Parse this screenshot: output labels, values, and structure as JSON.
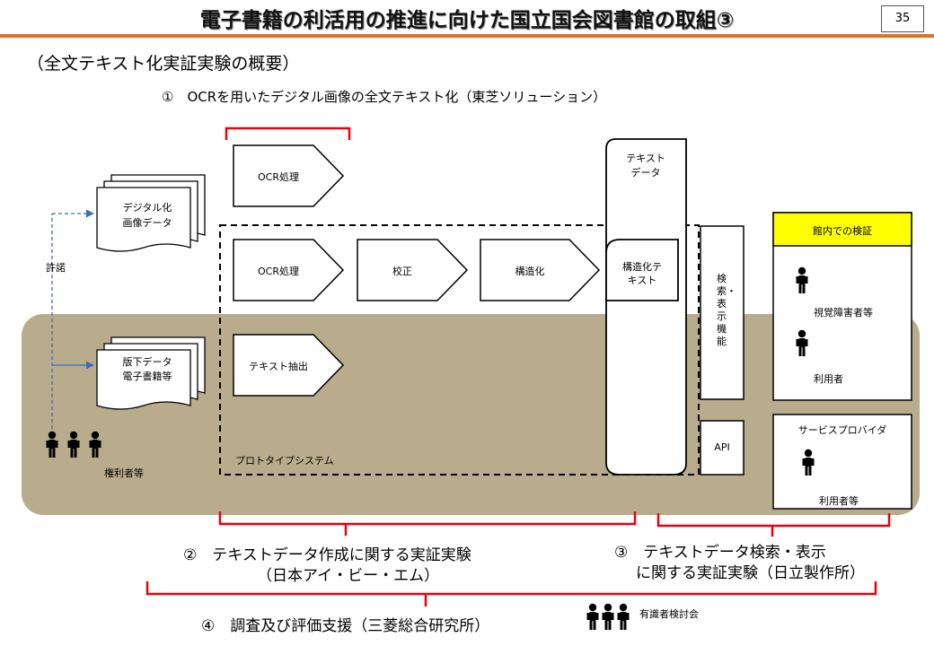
{
  "slide": {
    "title": "電子書籍の利活用の推進に向けた国立国会図書館の取組③",
    "page_number": "35",
    "subtitle": "（全文テキスト化実証実験の概要）"
  },
  "sections": {
    "ocr_heading": "①　OCRを用いたデジタル画像の全文テキスト化（東芝ソリューション）",
    "text_data_experiment": [
      "②　テキストデータ作成に関する実証実験",
      "（日本アイ・ビー・エム）"
    ],
    "search_experiment": [
      "③　テキストデータ検索・表示",
      "に関する実証実験（日立製作所）"
    ],
    "survey_support": "④　調査及び評価支援（三菱総合研究所）",
    "expert_committee": "有識者検討会"
  },
  "documents": {
    "digital_images": [
      "デジタル化",
      "画像データ"
    ],
    "publisher_data": [
      "版下データ",
      "電子書籍等"
    ],
    "permission": "許諾"
  },
  "process": {
    "ocr_top": "OCR処理",
    "ocr": "OCR処理",
    "proofread": "校正",
    "structure": "構造化",
    "extract": "テキスト抽出",
    "prototype_label": "プロトタイプシステム"
  },
  "storage": {
    "text_data": [
      "テキスト",
      "データ"
    ],
    "structured_text": [
      "構造化テ",
      "キスト"
    ]
  },
  "functions": {
    "search_display": "検索・表示機能",
    "api": "API"
  },
  "right_panels": {
    "in_library_label": "館内での検証",
    "visually_impaired": "視覚障害者等",
    "users": "利用者",
    "service_provider": "サービスプロバイダ",
    "provider_user": "利用者等"
  },
  "people": {
    "rights_holders": "権利者等"
  },
  "colors": {
    "accent_orange": "#e3701e",
    "band": "#b9ac8c",
    "bracket_red": "#e8000b",
    "highlight_yellow": "#ffff00"
  }
}
